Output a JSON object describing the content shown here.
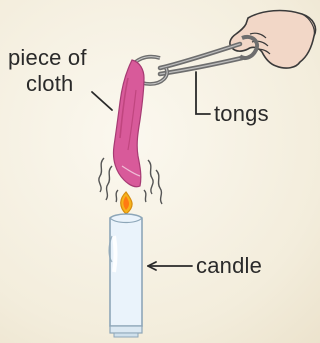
{
  "labels": {
    "cloth_line1": "piece of",
    "cloth_line2": "cloth",
    "tongs": "tongs",
    "candle": "candle"
  },
  "colors": {
    "background": "#f3eddc",
    "cloth": "#d85a9a",
    "cloth_shadow": "#a63b73",
    "tongs": "#6e6e6e",
    "hand": "#f2d7c7",
    "flame_outer": "#f6b21b",
    "flame_inner": "#ff7a12",
    "candle_fill": "#eaf3fb",
    "candle_outline": "#8da6b8",
    "text": "#2a2a2a",
    "leader": "#2a2a2a"
  },
  "icons": {
    "hand": "hand-icon",
    "tongs": "tongs-icon",
    "cloth": "cloth-icon",
    "flame": "flame-icon",
    "candle": "candle-icon"
  }
}
